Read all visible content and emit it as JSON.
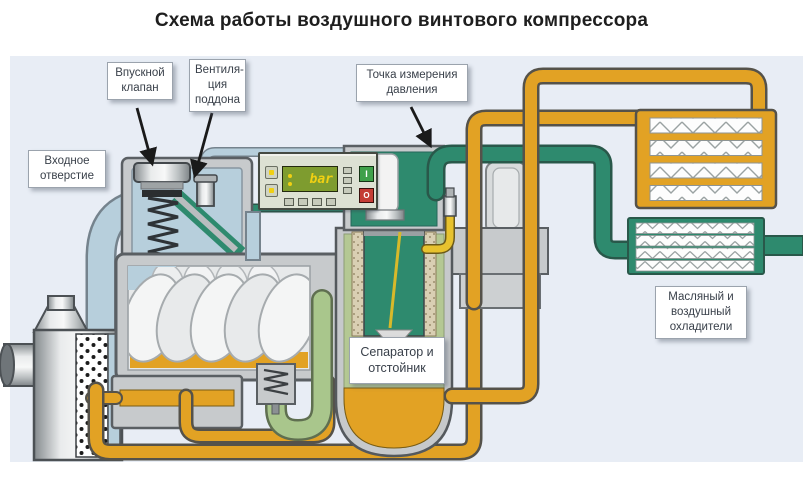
{
  "title": "Схема работы воздушного винтового компрессора",
  "callouts": {
    "inlet_valve": "Впускной\nклапан",
    "sump_vent": "Вентиля-\nция\nподдона",
    "pressure_point": "Точка измерения\nдавления",
    "inlet_opening": "Входное\nотверстие",
    "separator": "Сепаратор и\nотстойник",
    "coolers": "Масляный и\nвоздушный\nохладители"
  },
  "control_panel": {
    "display_value": "bar",
    "start_label": "I",
    "stop_label": "O"
  },
  "colors": {
    "canvas_bg": "#e8edf5",
    "pipe_orange": "#e2a224",
    "pipe_teal": "#2e8a6e",
    "pipe_light_blue": "#b7cfdc",
    "pipe_sage": "#a9c68c",
    "metal_grey": "#c7cacc",
    "metal_light": "#e7e9ea",
    "separator_olive": "#b4c893",
    "filter_tan": "#d9cfb3",
    "lcd_green": "#7e9c2f",
    "lcd_yellow": "#f0d013",
    "button_green": "#3fa04a",
    "button_red": "#c43c35",
    "label_text": "#39404a",
    "title_text": "#1e1e1e"
  }
}
